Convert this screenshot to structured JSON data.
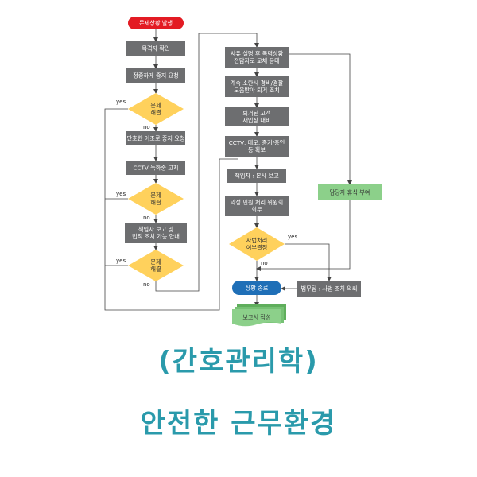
{
  "diagram": {
    "nodes": {
      "start": "문제상황 발생",
      "witness": "목격자 확인",
      "polite_stop": "정중하게 중지 요청",
      "dec1": "문제\n해결",
      "firm_stop": "단호한 어조로 중지 요청",
      "cctv_notice": "CCTV 녹화중 고지",
      "dec2": "문제\n해결",
      "report_legal": "책임자 보고 및\n법적 조치 가능 안내",
      "dec3": "문제\n해결",
      "explain_change": "사유 설명 후 폭력상황\n전담자로 교체 응대",
      "request_guard": "계속 소란시 경비/경찰\n도움받아 퇴거 조치",
      "prepare_reentry": "퇴거된 고객\n재입장 대비",
      "secure_evidence": "CCTV, 메모, 증거/증인\n등 확보",
      "report_hq": "책임자 : 본사 보고",
      "committee": "악성 민원 처리 위원회\n회부",
      "dec4": "사법처리\n여부결정",
      "rest_leave": "담당자 휴식 부여",
      "legal_team": "법무팀 : 사법 조치 의뢰",
      "end": "상황 종료",
      "write_report": "보고서 작성"
    },
    "labels": {
      "yes": "yes",
      "no": "no"
    },
    "colors": {
      "gray": "#6d6e70",
      "red": "#e31b23",
      "yellow": "#ffd15c",
      "green": "#8cd08a",
      "blue": "#1f6fb7",
      "line": "#444444"
    }
  },
  "caption": {
    "line1": "(간호관리학)",
    "line2": "안전한 근무환경"
  }
}
